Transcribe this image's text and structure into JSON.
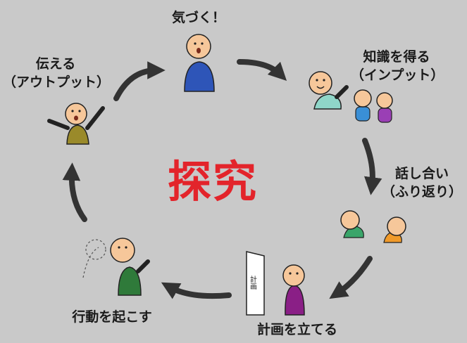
{
  "center_title": "探究",
  "title_color": "#e3242b",
  "steps": [
    {
      "name": "notice",
      "label": "気づく！"
    },
    {
      "name": "knowledge",
      "label": "知識を得る",
      "sub": "（インプット）"
    },
    {
      "name": "discuss",
      "label": "話し合い",
      "sub": "（ふり返り）"
    },
    {
      "name": "plan",
      "label": "計画を立てる"
    },
    {
      "name": "action",
      "label": "行動を起こす"
    },
    {
      "name": "convey",
      "label": "伝える",
      "sub": "（アウトプット）"
    }
  ],
  "plan_board_text": "計画",
  "cycle_direction": "clockwise"
}
